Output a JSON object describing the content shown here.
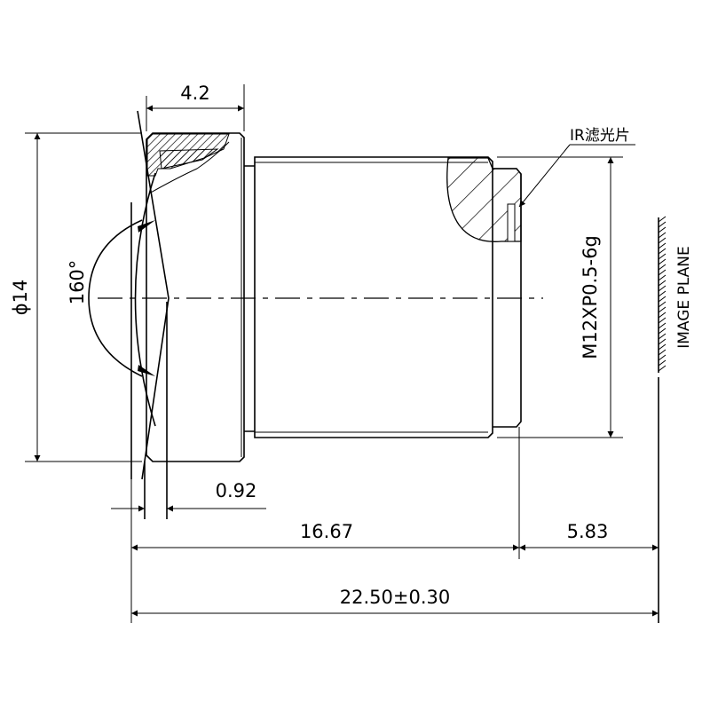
{
  "drawing": {
    "dimensions": {
      "front_length": "4.2",
      "diameter": "ϕ14",
      "fov": "160°",
      "lens_offset": "0.92",
      "flange_length": "16.67",
      "back_focal": "5.83",
      "total_length": "22.50±0.30",
      "thread": "M12XP0.5-6g"
    },
    "labels": {
      "ir_filter": "IR滤光片",
      "image_plane": "IMAGE PLANE"
    }
  }
}
